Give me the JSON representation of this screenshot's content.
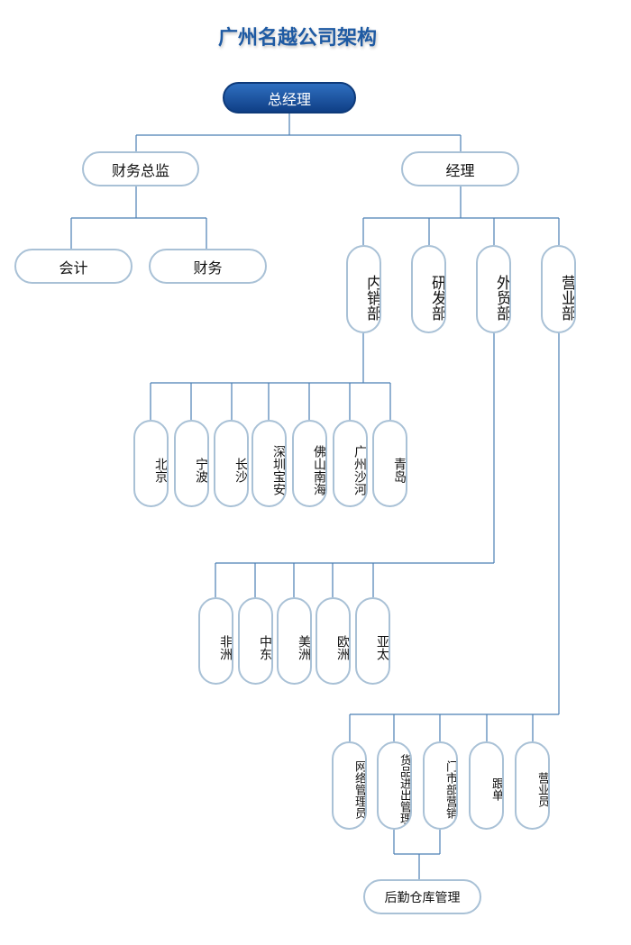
{
  "title": "广州名越公司架构",
  "colors": {
    "line": "#4b7fb4",
    "border": "#a9c1d6",
    "root_top": "#2f6fc0",
    "root_bottom": "#0f3f86",
    "title": "#1e5aa3"
  },
  "root": "总经理",
  "finance_director": "财务总监",
  "accounting": "会计",
  "finance": "财务",
  "manager": "经理",
  "departments": {
    "domestic": "内销部",
    "rnd": "研发部",
    "foreign": "外贸部",
    "business": "营业部"
  },
  "domestic_regions": [
    "北京",
    "宁波",
    "长沙",
    "深圳宝安",
    "佛山南海",
    "广州沙河",
    "青岛"
  ],
  "foreign_regions": [
    "非洲",
    "中东",
    "美洲",
    "欧洲",
    "亚太"
  ],
  "business_roles": [
    "网络管理员",
    "货品进出管理",
    "门市部营销",
    "跟单",
    "营业员"
  ],
  "logistics": "后勤仓库管理"
}
